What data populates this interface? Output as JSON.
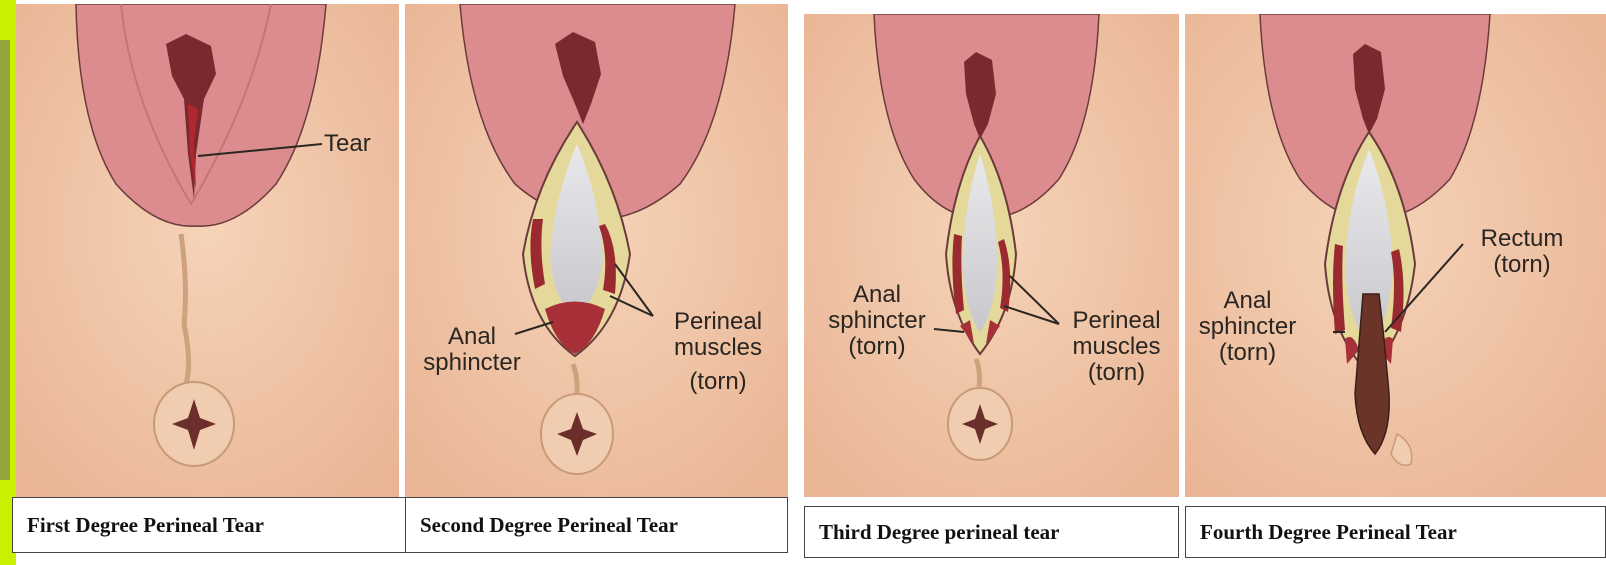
{
  "panels": [
    {
      "caption": "First Degree Perineal Tear",
      "labels": {
        "tear": "Tear"
      }
    },
    {
      "caption": "Second Degree Perineal Tear",
      "labels": {
        "anal_line1": "Anal",
        "anal_line2": "sphincter",
        "perineal_line1": "Perineal",
        "perineal_line2": "muscles",
        "perineal_line3": "(torn)"
      }
    },
    {
      "caption": "Third Degree perineal tear",
      "labels": {
        "anal_line1": "Anal",
        "anal_line2": "sphincter",
        "anal_line3": "(torn)",
        "perineal_line1": "Perineal",
        "perineal_line2": "muscles",
        "perineal_line3": "(torn)"
      }
    },
    {
      "caption": "Fourth Degree Perineal Tear",
      "labels": {
        "anal_line1": "Anal",
        "anal_line2": "sphincter",
        "anal_line3": "(torn)",
        "rectum_line1": "Rectum",
        "rectum_line2": "(torn)"
      }
    }
  ],
  "colors": {
    "skin": "#f2c7a8",
    "vulva": "#dc8c8f",
    "tissue": "#9b2a30",
    "fat": "#e4d89a",
    "rectum_wall": "#e9e9ec"
  }
}
